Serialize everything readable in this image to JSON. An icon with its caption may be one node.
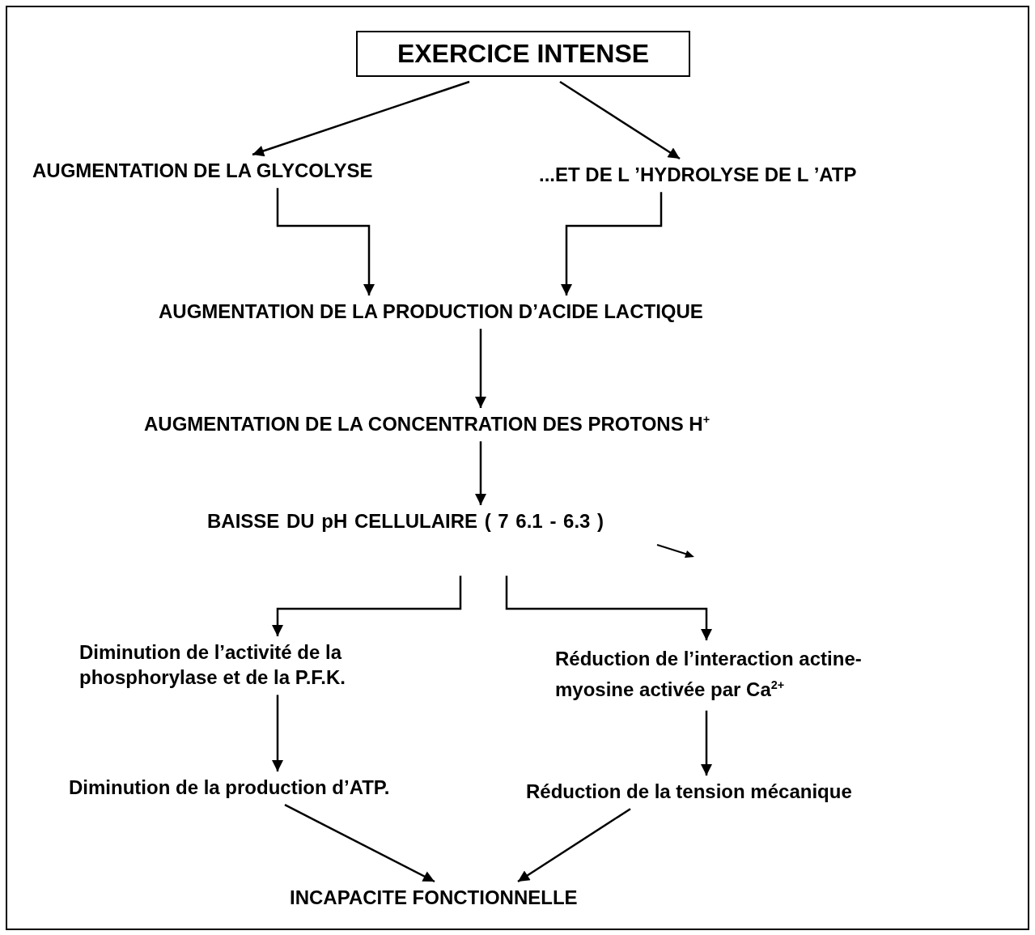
{
  "diagram": {
    "nodes": [
      {
        "text": [
          "EXERCICE INTENSE"
        ]
      },
      {
        "text": [
          "AUGMENTATION DE LA GLYCOLYSE"
        ]
      },
      {
        "text": [
          "...ET DE L ’HYDROLYSE DE L ’ATP"
        ]
      },
      {
        "text": [
          "AUGMENTATION DE LA PRODUCTION D’ACIDE LACTIQUE"
        ]
      },
      {
        "text": [
          "AUGMENTATION DE LA CONCENTRATION DES PROTONS H$^{+}$"
        ]
      },
      {
        "text": [
          "BAISSE DU pH CELLULAIRE ( 7 6.1 - 6.3 )"
        ]
      },
      {
        "text": [
          "Diminution de l’activité de la phosphorylase et de la P.F.K."
        ]
      },
      {
        "text": [
          "Réduction de l’interaction actine-myosine activée par Ca$^{2+}$"
        ]
      },
      {
        "text": [
          "Diminution de la production d’ATP."
        ]
      },
      {
        "text": [
          "Réduction de la tension mécanique"
        ]
      },
      {
        "text": [
          "INCAPACITE FONCTIONNELLE"
        ]
      }
    ],
    "edges": [
      {
        "from": 0,
        "to": 1,
        "arrow": "to"
      },
      {
        "from": 0,
        "to": 2,
        "arrow": "to"
      },
      {
        "from": 1,
        "to": 3,
        "arrow": "to"
      },
      {
        "from": 2,
        "to": 3,
        "arrow": "to"
      },
      {
        "from": 3,
        "to": 4,
        "arrow": "to"
      },
      {
        "from": 4,
        "to": 5,
        "arrow": "to"
      },
      {
        "from": 5,
        "to": 6,
        "arrow": "to"
      },
      {
        "from": 5,
        "to": 7,
        "arrow": "to"
      },
      {
        "from": 6,
        "to": 8,
        "arrow": "to"
      },
      {
        "from": 7,
        "to": 9,
        "arrow": "to"
      },
      {
        "from": 8,
        "to": 10,
        "arrow": "to"
      },
      {
        "from": 9,
        "to": 10,
        "arrow": "to"
      }
    ]
  }
}
